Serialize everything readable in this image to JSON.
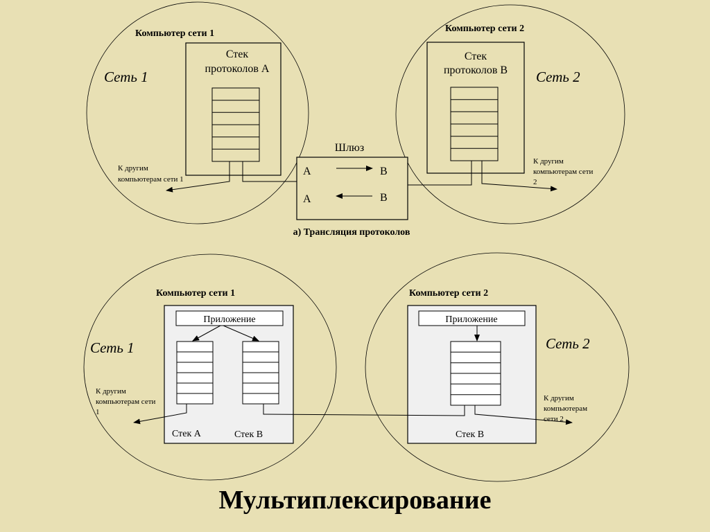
{
  "top": {
    "computer1_title": "Компьютер сети 1",
    "computer2_title": "Компьютер сети 2",
    "network1_label": "Сеть 1",
    "network2_label": "Сеть 2",
    "stack_a": {
      "line1": "Стек",
      "line2": "протоколов  А"
    },
    "stack_b": {
      "line1": "Стек",
      "line2": "протоколов В"
    },
    "gateway_label": "Шлюз",
    "gateway_a1": "А",
    "gateway_b1": "В",
    "gateway_a2": "А",
    "gateway_b2": "В",
    "to_others1": {
      "line1": "К другим",
      "line2": "компьютерам сети 1"
    },
    "to_others2": {
      "line1": "К другим",
      "line2": "компьютерам сети",
      "line3": "2"
    },
    "caption": "а) Трансляция протоколов"
  },
  "bottom": {
    "computer1_title": "Компьютер сети 1",
    "computer2_title": "Компьютер сети 2",
    "network1_label": "Сеть 1",
    "network2_label": "Сеть 2",
    "app_label_1": "Приложение",
    "app_label_2": "Приложение",
    "stack_a_label": "Стек А",
    "stack_b_label": "Стек В",
    "stack_b_label_2": "Стек В",
    "to_others1": {
      "line1": "К другим",
      "line2": "компьютерам сети",
      "line3": "1"
    },
    "to_others2": {
      "line1": "К другим",
      "line2": "компьютерам",
      "line3": "сети 2"
    }
  },
  "title": "Мультиплексирование",
  "colors": {
    "background": "#e8e0b4",
    "stroke": "#000000",
    "computer_fill_bottom": "#f0f0f0"
  }
}
